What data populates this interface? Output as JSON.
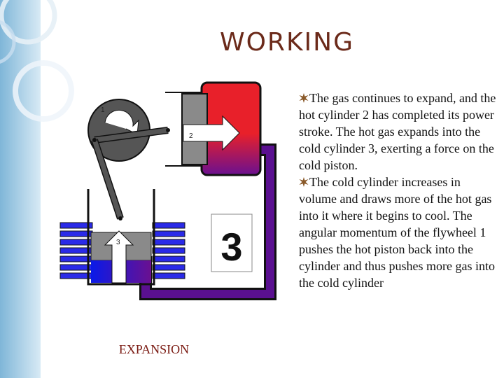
{
  "slide": {
    "title": "WORKING",
    "caption": "EXPANSION",
    "paragraphs": [
      "The gas continues to expand, and the hot cylinder 2 has completed its power stroke. The hot gas expands into the cold cylinder 3, exerting a force on the cold piston.",
      "The cold cylinder increases in volume and draws more of the hot gas into it where it begins to cool. The angular momentum of the flywheel 1 pushes the hot piston back into the cylinder and thus pushes more gas into the cold cylinder"
    ]
  },
  "diagram": {
    "label_flywheel": "1",
    "label_hot_cylinder": "2",
    "label_cold_cylinder": "3",
    "label_cold_chamber": "3"
  },
  "colors": {
    "title": "#6b2a1a",
    "hot": "#e8202a",
    "cold": "#1a1ae0",
    "gas": "#5a1090",
    "fins": "#2a2ae8"
  }
}
